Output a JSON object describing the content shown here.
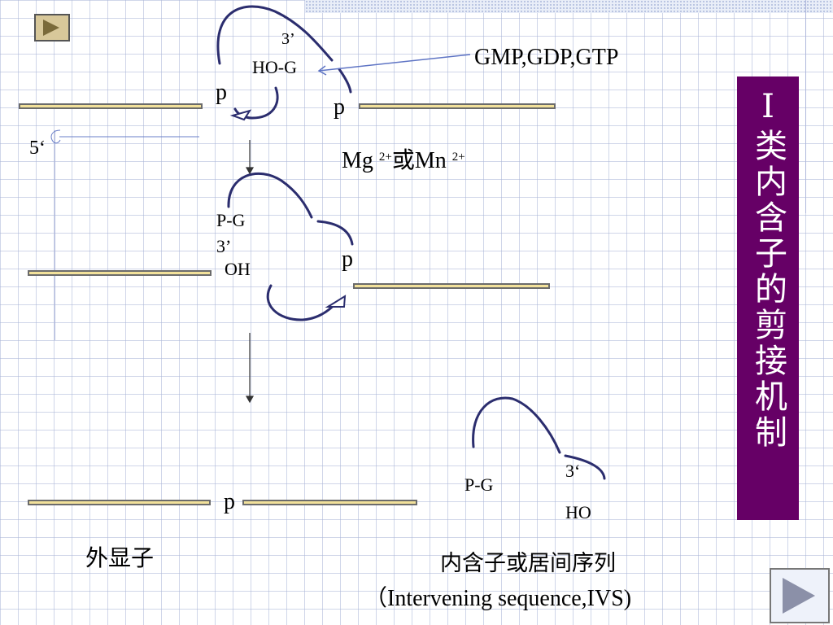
{
  "title": "Ⅰ类内含子的剪接机制",
  "step1": {
    "three_prime": "3’",
    "ho_g": "HO-G",
    "p_left": "p",
    "p_right": "p",
    "five_prime": "5‘",
    "cofactor_label": "GMP,GDP,GTP",
    "metal_mg": "Mg ",
    "metal_mg_sup": "2+",
    "metal_or_mn": "或Mn ",
    "metal_mn_sup": "2+"
  },
  "step2": {
    "p_g": "P-G",
    "three_prime": "3’",
    "oh": "OH",
    "p": "p"
  },
  "step3": {
    "p": "p",
    "p_g": "P-G",
    "three_prime": "3‘",
    "ho": "HO",
    "exon_label": "外显子",
    "intron_label": "内含子或居间序列",
    "ivs_label": "（Intervening  sequence,IVS)"
  },
  "colors": {
    "title_bg": "#660066",
    "exon_fill": "#f2e19a",
    "curve": "#2b2d6e"
  }
}
